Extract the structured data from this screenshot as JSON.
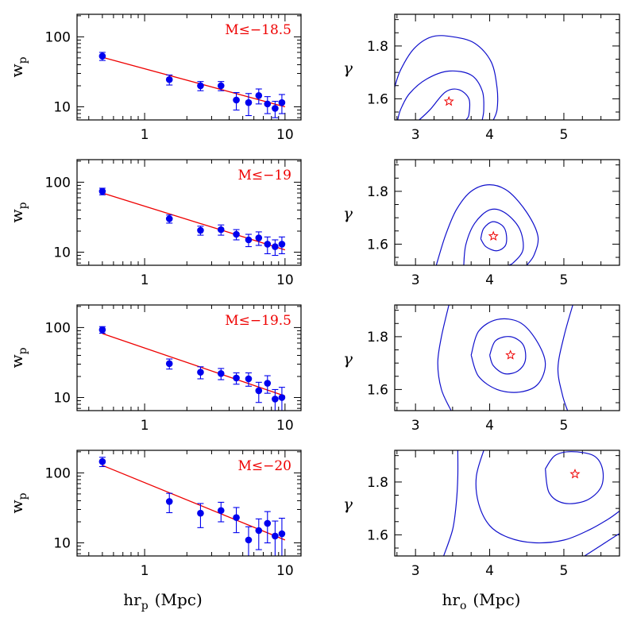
{
  "colors": {
    "data": "#0000ee",
    "fit": "#ee0000",
    "contour": "#1010cc",
    "star": "#ee0000",
    "annotation": "#ee0000"
  },
  "bottom_labels": {
    "left_main": "hr",
    "left_sub": "p",
    "left_unit": "(Mpc)",
    "right_main": "hr",
    "right_sub": "o",
    "right_unit": "(Mpc)"
  },
  "chart_data": [
    {
      "type": "scatter",
      "panel": "left",
      "row": 0,
      "annotation": "M≤−18.5",
      "ylabel_main": "w",
      "ylabel_sub": "p",
      "xscale": "log",
      "yscale": "log",
      "xlim": [
        0.33,
        13
      ],
      "ylim": [
        6.5,
        210
      ],
      "xticks": [
        1,
        10
      ],
      "xticklabels": [
        "1",
        "10"
      ],
      "yticks": [
        10,
        100
      ],
      "yticklabels": [
        "10",
        "100"
      ],
      "x": [
        0.5,
        1.5,
        2.5,
        3.5,
        4.5,
        5.5,
        6.5,
        7.5,
        8.5,
        9.5
      ],
      "y": [
        53,
        24.5,
        20,
        20,
        12.5,
        11.5,
        14.5,
        11,
        9.5,
        11.5
      ],
      "err": [
        7,
        4,
        3,
        3,
        3.5,
        4,
        3.5,
        3,
        2.5,
        3.5
      ],
      "fit": {
        "x": [
          0.5,
          10
        ],
        "y": [
          51,
          10
        ]
      }
    },
    {
      "type": "contour",
      "panel": "right",
      "row": 0,
      "ylabel": "γ",
      "xlim": [
        2.72,
        5.75
      ],
      "ylim": [
        1.52,
        1.92
      ],
      "xticks": [
        3,
        4,
        5
      ],
      "yticks": [
        1.6,
        1.8
      ],
      "best_fit": {
        "x": 3.45,
        "y": 1.59
      },
      "contours": [
        [
          [
            3.05,
            1.52
          ],
          [
            3.2,
            1.56
          ],
          [
            3.4,
            1.625
          ],
          [
            3.58,
            1.635
          ],
          [
            3.72,
            1.6
          ],
          [
            3.72,
            1.54
          ],
          [
            3.68,
            1.52
          ]
        ],
        [
          [
            2.76,
            1.52
          ],
          [
            2.8,
            1.56
          ],
          [
            2.92,
            1.62
          ],
          [
            3.15,
            1.675
          ],
          [
            3.45,
            1.705
          ],
          [
            3.75,
            1.69
          ],
          [
            3.9,
            1.63
          ],
          [
            3.92,
            1.56
          ],
          [
            3.9,
            1.52
          ]
        ],
        [
          [
            2.72,
            1.645
          ],
          [
            2.8,
            1.71
          ],
          [
            2.98,
            1.79
          ],
          [
            3.22,
            1.835
          ],
          [
            3.5,
            1.835
          ],
          [
            3.8,
            1.81
          ],
          [
            4.02,
            1.74
          ],
          [
            4.1,
            1.64
          ],
          [
            4.1,
            1.56
          ],
          [
            4.05,
            1.52
          ]
        ]
      ]
    },
    {
      "type": "scatter",
      "panel": "left",
      "row": 1,
      "annotation": "M≤−19",
      "ylabel_main": "w",
      "ylabel_sub": "p",
      "xscale": "log",
      "yscale": "log",
      "xlim": [
        0.33,
        13
      ],
      "ylim": [
        6.5,
        210
      ],
      "xticks": [
        1,
        10
      ],
      "xticklabels": [
        "1",
        "10"
      ],
      "yticks": [
        10,
        100
      ],
      "yticklabels": [
        "10",
        "100"
      ],
      "x": [
        0.5,
        1.5,
        2.5,
        3.5,
        4.5,
        5.5,
        6.5,
        7.5,
        8.5,
        9.5
      ],
      "y": [
        74,
        30,
        20.5,
        21,
        18,
        15,
        16,
        13,
        12,
        13
      ],
      "err": [
        8,
        4,
        3,
        3.5,
        3,
        3,
        3.5,
        3.5,
        3,
        3.5
      ],
      "fit": {
        "x": [
          0.5,
          10
        ],
        "y": [
          70,
          10.8
        ]
      }
    },
    {
      "type": "contour",
      "panel": "right",
      "row": 1,
      "ylabel": "γ",
      "xlim": [
        2.72,
        5.75
      ],
      "ylim": [
        1.52,
        1.92
      ],
      "xticks": [
        3,
        4,
        5
      ],
      "yticks": [
        1.6,
        1.8
      ],
      "best_fit": {
        "x": 4.05,
        "y": 1.63
      },
      "contours": [
        [
          [
            3.88,
            1.62
          ],
          [
            3.92,
            1.66
          ],
          [
            4.05,
            1.685
          ],
          [
            4.2,
            1.66
          ],
          [
            4.22,
            1.6
          ],
          [
            4.1,
            1.575
          ],
          [
            3.95,
            1.59
          ],
          [
            3.88,
            1.62
          ]
        ],
        [
          [
            3.65,
            1.52
          ],
          [
            3.68,
            1.6
          ],
          [
            3.8,
            1.68
          ],
          [
            4.0,
            1.73
          ],
          [
            4.2,
            1.72
          ],
          [
            4.4,
            1.66
          ],
          [
            4.45,
            1.58
          ],
          [
            4.32,
            1.53
          ],
          [
            4.25,
            1.52
          ]
        ],
        [
          [
            3.28,
            1.52
          ],
          [
            3.4,
            1.63
          ],
          [
            3.55,
            1.73
          ],
          [
            3.75,
            1.8
          ],
          [
            4.0,
            1.825
          ],
          [
            4.25,
            1.8
          ],
          [
            4.5,
            1.72
          ],
          [
            4.65,
            1.63
          ],
          [
            4.6,
            1.56
          ],
          [
            4.5,
            1.52
          ]
        ]
      ]
    },
    {
      "type": "scatter",
      "panel": "left",
      "row": 2,
      "annotation": "M≤−19.5",
      "ylabel_main": "w",
      "ylabel_sub": "p",
      "xscale": "log",
      "yscale": "log",
      "xlim": [
        0.33,
        13
      ],
      "ylim": [
        6.5,
        210
      ],
      "xticks": [
        1,
        10
      ],
      "xticklabels": [
        "1",
        "10"
      ],
      "yticks": [
        10,
        100
      ],
      "yticklabels": [
        "10",
        "100"
      ],
      "x": [
        0.5,
        1.5,
        2.5,
        3.5,
        4.5,
        5.5,
        6.5,
        7.5,
        8.5,
        9.5
      ],
      "y": [
        93,
        30.5,
        23,
        22,
        19,
        18.5,
        12.5,
        16,
        9.5,
        10
      ],
      "err": [
        10,
        5,
        4.5,
        4,
        3.5,
        4,
        4,
        4.5,
        3.5,
        4
      ],
      "fit": {
        "x": [
          0.5,
          10
        ],
        "y": [
          82,
          10.5
        ]
      }
    },
    {
      "type": "contour",
      "panel": "right",
      "row": 2,
      "ylabel": "γ",
      "xlim": [
        2.72,
        5.75
      ],
      "ylim": [
        1.52,
        1.92
      ],
      "xticks": [
        3,
        4,
        5
      ],
      "yticks": [
        1.6,
        1.8
      ],
      "best_fit": {
        "x": 4.28,
        "y": 1.73
      },
      "contours": [
        [
          [
            4.0,
            1.73
          ],
          [
            4.08,
            1.785
          ],
          [
            4.28,
            1.8
          ],
          [
            4.45,
            1.77
          ],
          [
            4.48,
            1.71
          ],
          [
            4.38,
            1.67
          ],
          [
            4.2,
            1.66
          ],
          [
            4.05,
            1.69
          ],
          [
            4.0,
            1.73
          ]
        ],
        [
          [
            3.75,
            1.73
          ],
          [
            3.85,
            1.82
          ],
          [
            4.1,
            1.865
          ],
          [
            4.4,
            1.855
          ],
          [
            4.62,
            1.79
          ],
          [
            4.75,
            1.7
          ],
          [
            4.65,
            1.62
          ],
          [
            4.4,
            1.59
          ],
          [
            4.1,
            1.6
          ],
          [
            3.85,
            1.65
          ],
          [
            3.75,
            1.73
          ]
        ],
        [
          [
            3.45,
            1.92
          ],
          [
            3.35,
            1.8
          ],
          [
            3.3,
            1.7
          ],
          [
            3.35,
            1.6
          ],
          [
            3.48,
            1.52
          ]
        ],
        [
          [
            5.12,
            1.92
          ],
          [
            5.0,
            1.8
          ],
          [
            4.92,
            1.68
          ],
          [
            4.98,
            1.58
          ],
          [
            5.05,
            1.52
          ]
        ]
      ]
    },
    {
      "type": "scatter",
      "panel": "left",
      "row": 3,
      "annotation": "M≤−20",
      "ylabel_main": "w",
      "ylabel_sub": "p",
      "xscale": "log",
      "yscale": "log",
      "xlim": [
        0.33,
        13
      ],
      "ylim": [
        6.5,
        210
      ],
      "xticks": [
        1,
        10
      ],
      "xticklabels": [
        "1",
        "10"
      ],
      "yticks": [
        10,
        100
      ],
      "yticklabels": [
        "10",
        "100"
      ],
      "x": [
        0.5,
        1.5,
        2.5,
        3.5,
        4.5,
        5.5,
        6.5,
        7.5,
        8.5,
        9.5
      ],
      "y": [
        145,
        39,
        26.5,
        29,
        23,
        11,
        15,
        19,
        12.5,
        13.5
      ],
      "err": [
        22,
        12,
        10,
        9,
        9,
        6,
        7,
        9,
        8,
        9
      ],
      "fit": {
        "x": [
          0.5,
          10
        ],
        "y": [
          128,
          11
        ]
      }
    },
    {
      "type": "contour",
      "panel": "right",
      "row": 3,
      "ylabel": "γ",
      "xlim": [
        2.72,
        5.75
      ],
      "ylim": [
        1.52,
        1.92
      ],
      "xticks": [
        3,
        4,
        5
      ],
      "yticks": [
        1.6,
        1.8
      ],
      "best_fit": {
        "x": 5.15,
        "y": 1.83
      },
      "contours": [
        [
          [
            4.75,
            1.85
          ],
          [
            4.88,
            1.9
          ],
          [
            5.1,
            1.915
          ],
          [
            5.4,
            1.9
          ],
          [
            5.52,
            1.85
          ],
          [
            5.5,
            1.78
          ],
          [
            5.3,
            1.73
          ],
          [
            5.0,
            1.72
          ],
          [
            4.8,
            1.76
          ],
          [
            4.75,
            1.85
          ]
        ],
        [
          [
            3.92,
            1.92
          ],
          [
            3.82,
            1.82
          ],
          [
            3.85,
            1.72
          ],
          [
            4.0,
            1.635
          ],
          [
            4.25,
            1.59
          ],
          [
            4.6,
            1.57
          ],
          [
            5.0,
            1.58
          ],
          [
            5.35,
            1.62
          ],
          [
            5.6,
            1.66
          ],
          [
            5.75,
            1.69
          ]
        ],
        [
          [
            3.38,
            1.52
          ],
          [
            3.5,
            1.62
          ],
          [
            3.55,
            1.72
          ],
          [
            3.57,
            1.82
          ],
          [
            3.57,
            1.92
          ]
        ],
        [
          [
            5.28,
            1.52
          ],
          [
            5.5,
            1.56
          ],
          [
            5.75,
            1.605
          ]
        ]
      ]
    }
  ]
}
